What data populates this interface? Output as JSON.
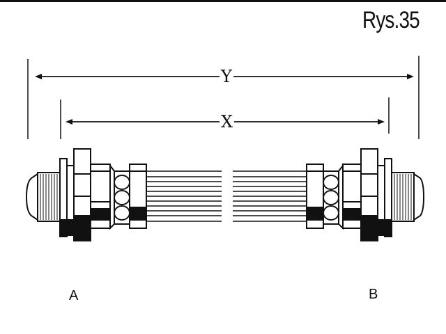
{
  "figure": {
    "label": "Rys.35"
  },
  "dimensions": {
    "overall": "Y",
    "inner": "X"
  },
  "ends": {
    "left": "A",
    "right": "B"
  },
  "colors": {
    "ink": "#111111",
    "paper": "#ffffff"
  }
}
